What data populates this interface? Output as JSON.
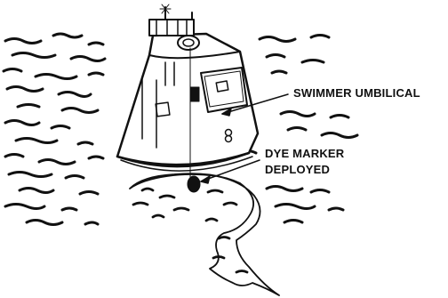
{
  "labels": {
    "swimmer_umbilical": "SWIMMER UMBILICAL",
    "dye_marker_line1": "DYE MARKER",
    "dye_marker_line2": "DEPLOYED"
  },
  "colors": {
    "ink": "#111111",
    "paper": "#ffffff"
  }
}
